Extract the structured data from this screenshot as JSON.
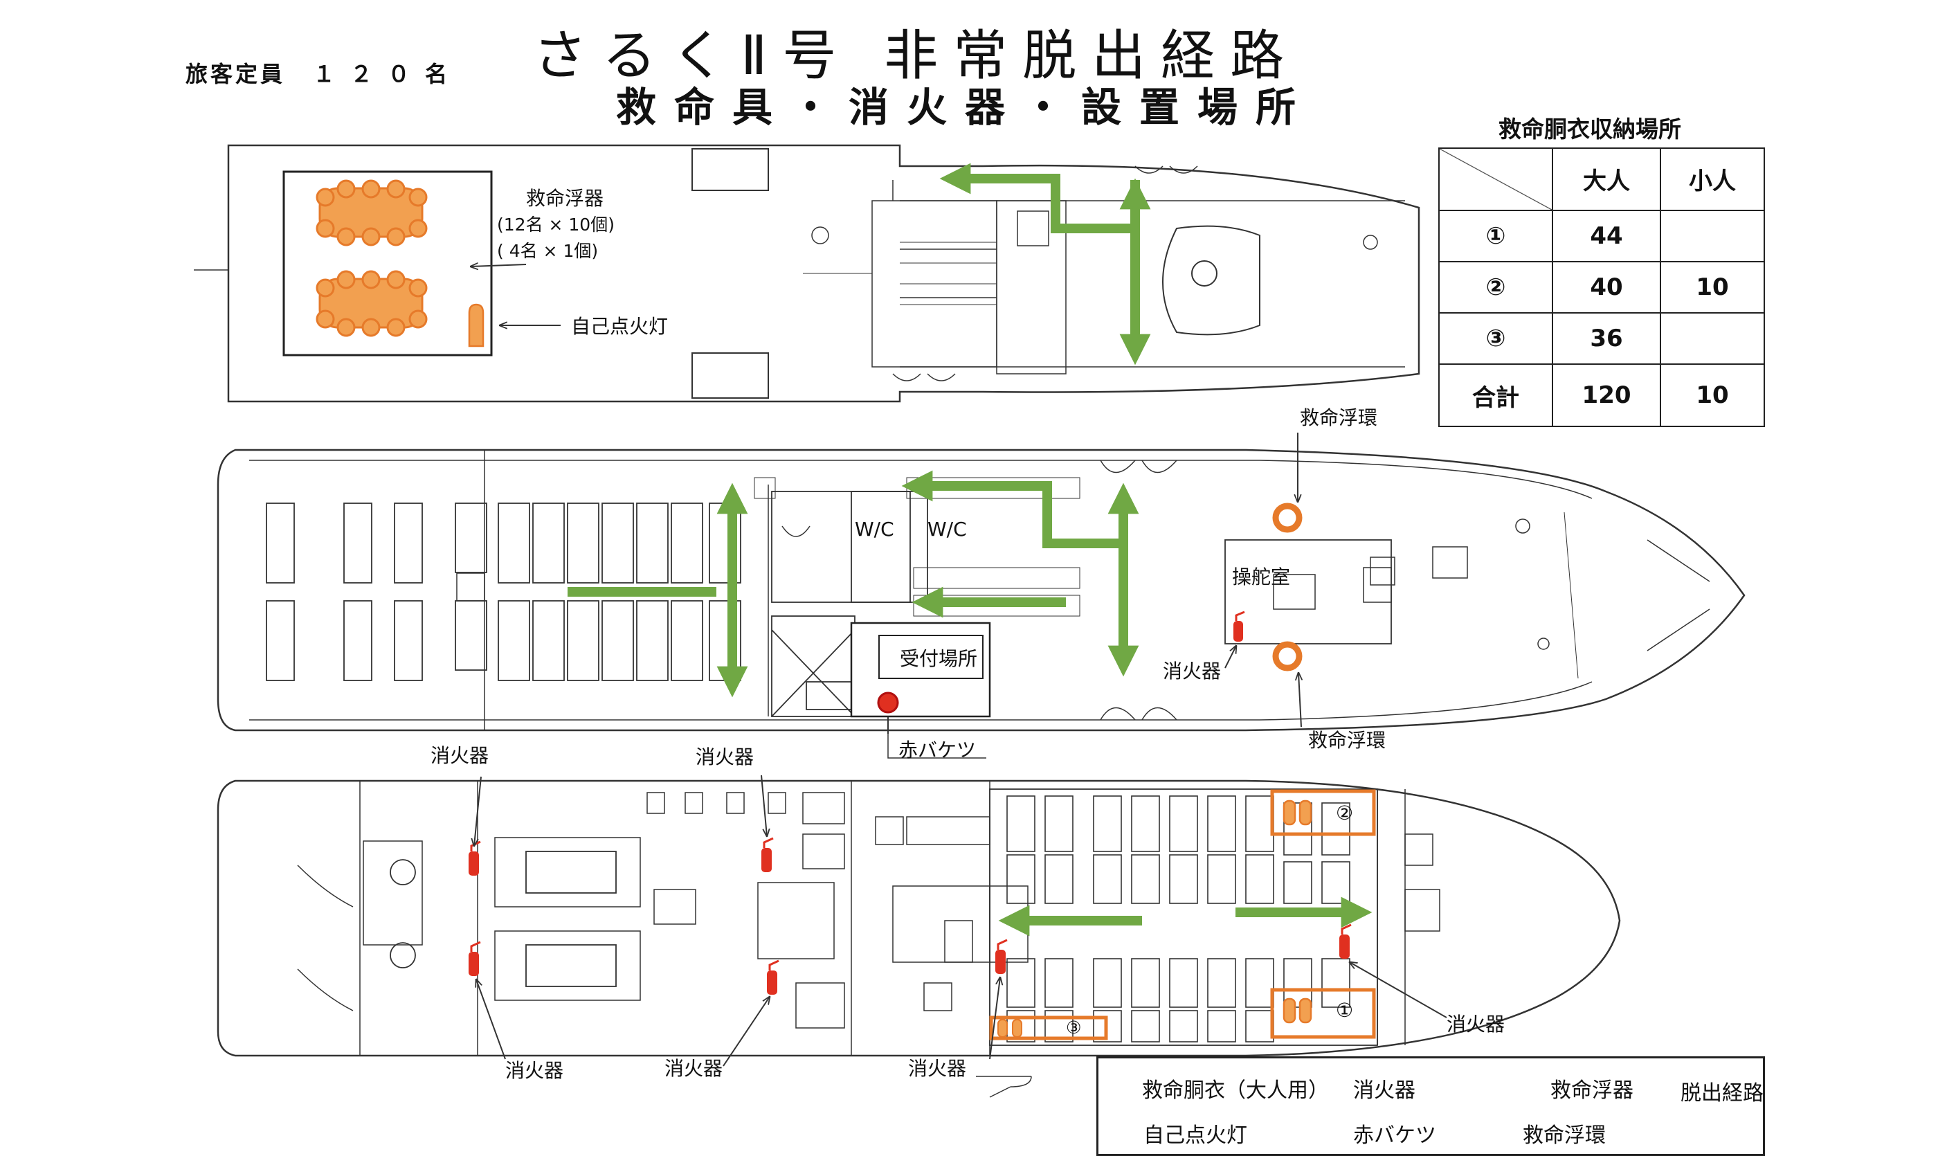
{
  "title": "さるくⅡ号 非常脱出経路",
  "subtitle": "救命具・消火器・設置場所",
  "capacity": {
    "label": "旅客定員",
    "value": "１２０名"
  },
  "vest_table": {
    "title": "救命胴衣収納場所",
    "headers": [
      "",
      "大人",
      "小人"
    ],
    "rows": [
      [
        "①",
        "44",
        ""
      ],
      [
        "②",
        "40",
        "10"
      ],
      [
        "③",
        "36",
        ""
      ],
      [
        "合計",
        "120",
        "10"
      ]
    ]
  },
  "top_deck": {
    "raft_label": "救命浮器",
    "raft_line1": "(12名 × 10個)",
    "raft_line2": "( 4名 ×  1個)",
    "light_label": "自己点火灯"
  },
  "middle_deck": {
    "wc1": "W/C",
    "wc2": "W/C",
    "bridge": "操舵室",
    "reception": "受付場所",
    "red_bucket": "赤バケツ",
    "extinguisher": "消火器",
    "ring_top": "救命浮環",
    "ring_bottom": "救命浮環"
  },
  "lower_deck": {
    "ext_top_left": "消火器",
    "ext_top_mid": "消火器",
    "ext_bottom_left": "消火器",
    "ext_bottom_mid": "消火器",
    "ext_bottom_center": "消火器",
    "ext_right": "消火器",
    "vest_1": "①",
    "vest_2": "②",
    "vest_3": "③"
  },
  "legend": {
    "vest": "救命胴衣（大人用）",
    "extinguisher": "消火器",
    "raft": "救命浮器",
    "route": "脱出経路",
    "light": "自己点火灯",
    "bucket": "赤バケツ",
    "ring": "救命浮環"
  },
  "colors": {
    "route_green": "#70a844",
    "safety_orange": "#e67a2a",
    "raft_fill": "#f2a050",
    "ext_red": "#e03020",
    "line": "#333333"
  },
  "icons": [
    "arrow-icon",
    "life-vest-icon",
    "extinguisher-icon",
    "life-raft-icon",
    "self-igniting-light-icon",
    "red-bucket-icon",
    "life-ring-icon"
  ]
}
